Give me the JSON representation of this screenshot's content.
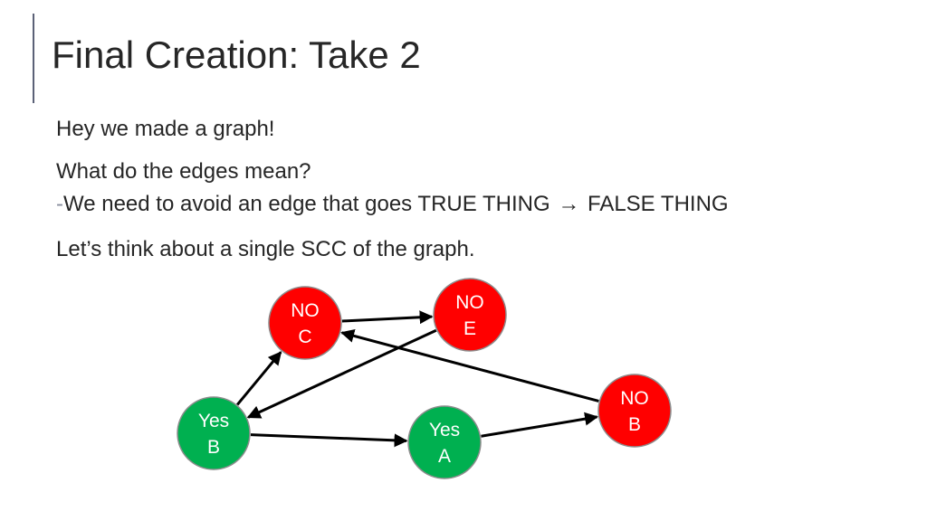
{
  "slide": {
    "title": "Final Creation: Take 2",
    "bullets": [
      "Hey we made a graph!",
      "What do the edges mean?",
      "Let’s think about a single SCC of the graph."
    ],
    "sub_bullet": {
      "dash": "-",
      "before": "We need to avoid an edge that goes TRUE THING ",
      "arrow": "→",
      "after": " FALSE THING"
    }
  },
  "graph": {
    "colors": {
      "false_fill": "#ff0000",
      "true_fill": "#00b050",
      "node_stroke": "#8c8c8c",
      "edge": "#000000"
    },
    "nodes": [
      {
        "id": "noC",
        "line1": "NO",
        "line2": "C",
        "truth": "false"
      },
      {
        "id": "noE",
        "line1": "NO",
        "line2": "E",
        "truth": "false"
      },
      {
        "id": "noB",
        "line1": "NO",
        "line2": "B",
        "truth": "false"
      },
      {
        "id": "yesB",
        "line1": "Yes",
        "line2": "B",
        "truth": "true"
      },
      {
        "id": "yesA",
        "line1": "Yes",
        "line2": "A",
        "truth": "true"
      }
    ],
    "edges": [
      {
        "from": "noC",
        "to": "noE"
      },
      {
        "from": "noE",
        "to": "yesB"
      },
      {
        "from": "noB",
        "to": "noC"
      },
      {
        "from": "yesB",
        "to": "noC"
      },
      {
        "from": "yesB",
        "to": "yesA"
      },
      {
        "from": "yesA",
        "to": "noB"
      }
    ]
  }
}
